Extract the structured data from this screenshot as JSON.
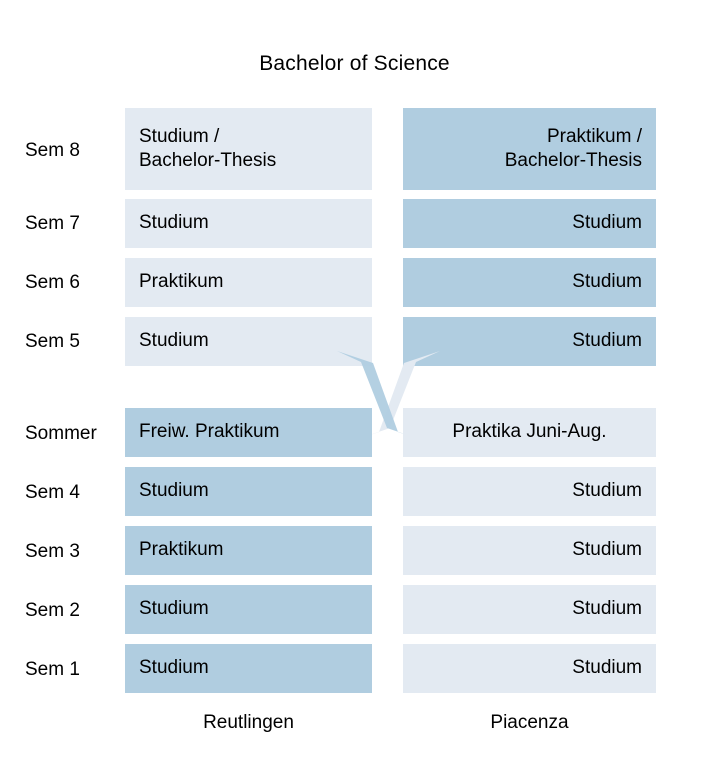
{
  "title": "Bachelor of Science",
  "colors": {
    "pale_blue": "#e3eaf2",
    "deep_blue": "#b0cde0",
    "text": "#000000",
    "background": "#ffffff"
  },
  "columns": {
    "left": {
      "footer_label": "Reutlingen"
    },
    "right": {
      "footer_label": "Piacenza"
    }
  },
  "upper_group": {
    "rows": [
      {
        "label": "Sem 8",
        "left": {
          "text": "Studium /\nBachelor-Thesis",
          "line1": "Studium /",
          "line2": "Bachelor-Thesis",
          "shade": "pale"
        },
        "right": {
          "text": "Praktikum /\nBachelor-Thesis",
          "line1": "Praktikum /",
          "line2": "Bachelor-Thesis",
          "shade": "deep"
        }
      },
      {
        "label": "Sem 7",
        "left": {
          "text": "Studium",
          "shade": "pale"
        },
        "right": {
          "text": "Studium",
          "shade": "deep"
        }
      },
      {
        "label": "Sem 6",
        "left": {
          "text": "Praktikum",
          "shade": "pale"
        },
        "right": {
          "text": "Studium",
          "shade": "deep"
        }
      },
      {
        "label": "Sem 5",
        "left": {
          "text": "Studium",
          "shade": "pale"
        },
        "right": {
          "text": "Studium",
          "shade": "deep"
        }
      }
    ]
  },
  "lower_group": {
    "rows": [
      {
        "label": "Sommer",
        "left": {
          "text": "Freiw. Praktikum",
          "shade": "deep"
        },
        "right": {
          "text": "Praktika Juni-Aug.",
          "shade": "pale"
        }
      },
      {
        "label": "Sem 4",
        "left": {
          "text": "Studium",
          "shade": "deep"
        },
        "right": {
          "text": "Studium",
          "shade": "pale"
        }
      },
      {
        "label": "Sem 3",
        "left": {
          "text": "Praktikum",
          "shade": "deep"
        },
        "right": {
          "text": "Studium",
          "shade": "pale"
        }
      },
      {
        "label": "Sem 2",
        "left": {
          "text": "Studium",
          "shade": "deep"
        },
        "right": {
          "text": "Studium",
          "shade": "pale"
        }
      },
      {
        "label": "Sem 1",
        "left": {
          "text": "Studium",
          "shade": "deep"
        },
        "right": {
          "text": "Studium",
          "shade": "pale"
        }
      }
    ]
  },
  "arrows": [
    {
      "name": "exchange-arrow-up-left",
      "direction": "up-left",
      "color": "#b0cde0"
    },
    {
      "name": "exchange-arrow-up-right",
      "direction": "up-right",
      "color": "#e3eaf2"
    }
  ]
}
